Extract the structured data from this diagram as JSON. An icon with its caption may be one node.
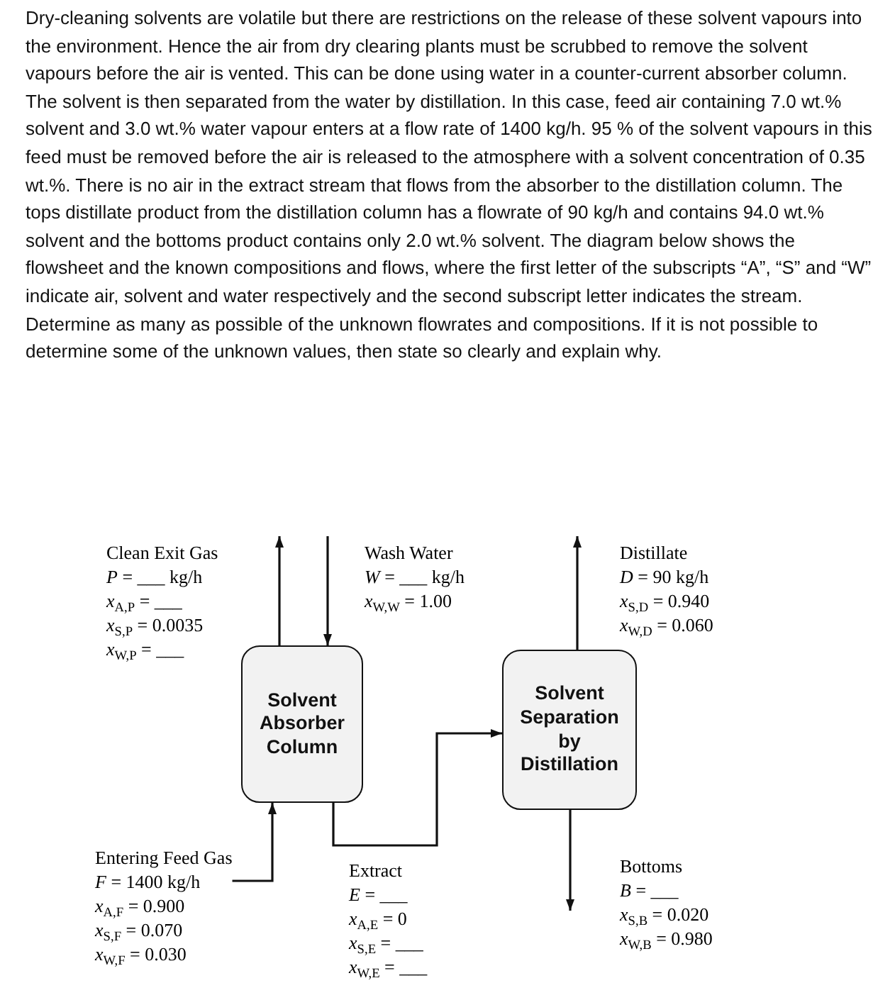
{
  "diagram": {
    "nodes": [
      {
        "text": [
          "Solvent Absorber Column"
        ]
      },
      {
        "text": [
          "Solvent Separation by Distillation"
        ]
      },
      {
        "text": [
          "Entering Feed Gas",
          "*F* = 1400 kg/h",
          "*x*$_{A,F}$ = 0.900",
          "*x*$_{S,F}$ = 0.070",
          "*x*$_{W,F}$ = 0.030"
        ]
      }
    ],
    "edges": [
      {
        "from": 0,
        "to": null,
        "arrow": "to"
      },
      {
        "from": null,
        "to": 0,
        "arrow": "to"
      },
      {
        "from": 1,
        "to": null,
        "arrow": "to"
      },
      {
        "from": 2,
        "to": 0,
        "arrow": "to"
      },
      {
        "from": 0,
        "to": 1,
        "arrow": "to"
      },
      {
        "from": 1,
        "to": null,
        "arrow": "to"
      }
    ],
    "labels": [
      "Dry-cleaning solvents are volatile but there are restrictions on the release of these solvent vapours into the environment. Hence the air from dry clearing plants must be scrubbed to remove the solvent vapours before the air is vented. This can be done using water in a counter-current absorber column. The solvent is then separated from the water by distillation. In this case, feed air containing 7.0 wt.% solvent and 3.0 wt.% water vapour enters at a flow rate of 1400 kg/h. 95 % of the solvent vapours in this feed must be removed before the air is released to the atmosphere with a solvent concentration of 0.35 wt.%. There is no air in the extract stream that flows from the absorber to the distillation column. The tops distillate product from the distillation column has a flowrate of 90 kg/h and contains 94.0 wt.% solvent and the bottoms product contains only 2.0 wt.% solvent. The diagram below shows the flowsheet and the known compositions and flows, where the first letter of the subscripts “A”, “S” and “W” indicate air, solvent and water respectively and the second subscript letter indicates the stream. Determine as many as possible of the unknown flowrates and compositions. If it is not possible to determine some of the unknown values, then state so clearly and explain why.",
      "Clean Exit Gas",
      "*P* = ___ kg/h",
      "*x*$_{A,P}$ = ___",
      "*x*$_{S,P}$ = 0.0035",
      "*x*$_{W,P}$ = ___",
      "Wash Water",
      "*W* = ___ kg/h",
      "*x*$_{W,W}$ = 1.00",
      "Distillate",
      "*D* = 90 kg/h",
      "*x*$_{S,D}$ = 0.940",
      "*x*$_{W,D}$ = 0.060",
      "Extract",
      "*E* = ___",
      "*x*$_{A,E}$ = 0",
      "*x*$_{S,E}$ = ___",
      "*x*$_{W,E}$ = ___",
      "Bottoms",
      "*B* = ___",
      "*x*$_{S,B}$ = 0.020",
      "*x*$_{W,B}$ = 0.980"
    ]
  }
}
